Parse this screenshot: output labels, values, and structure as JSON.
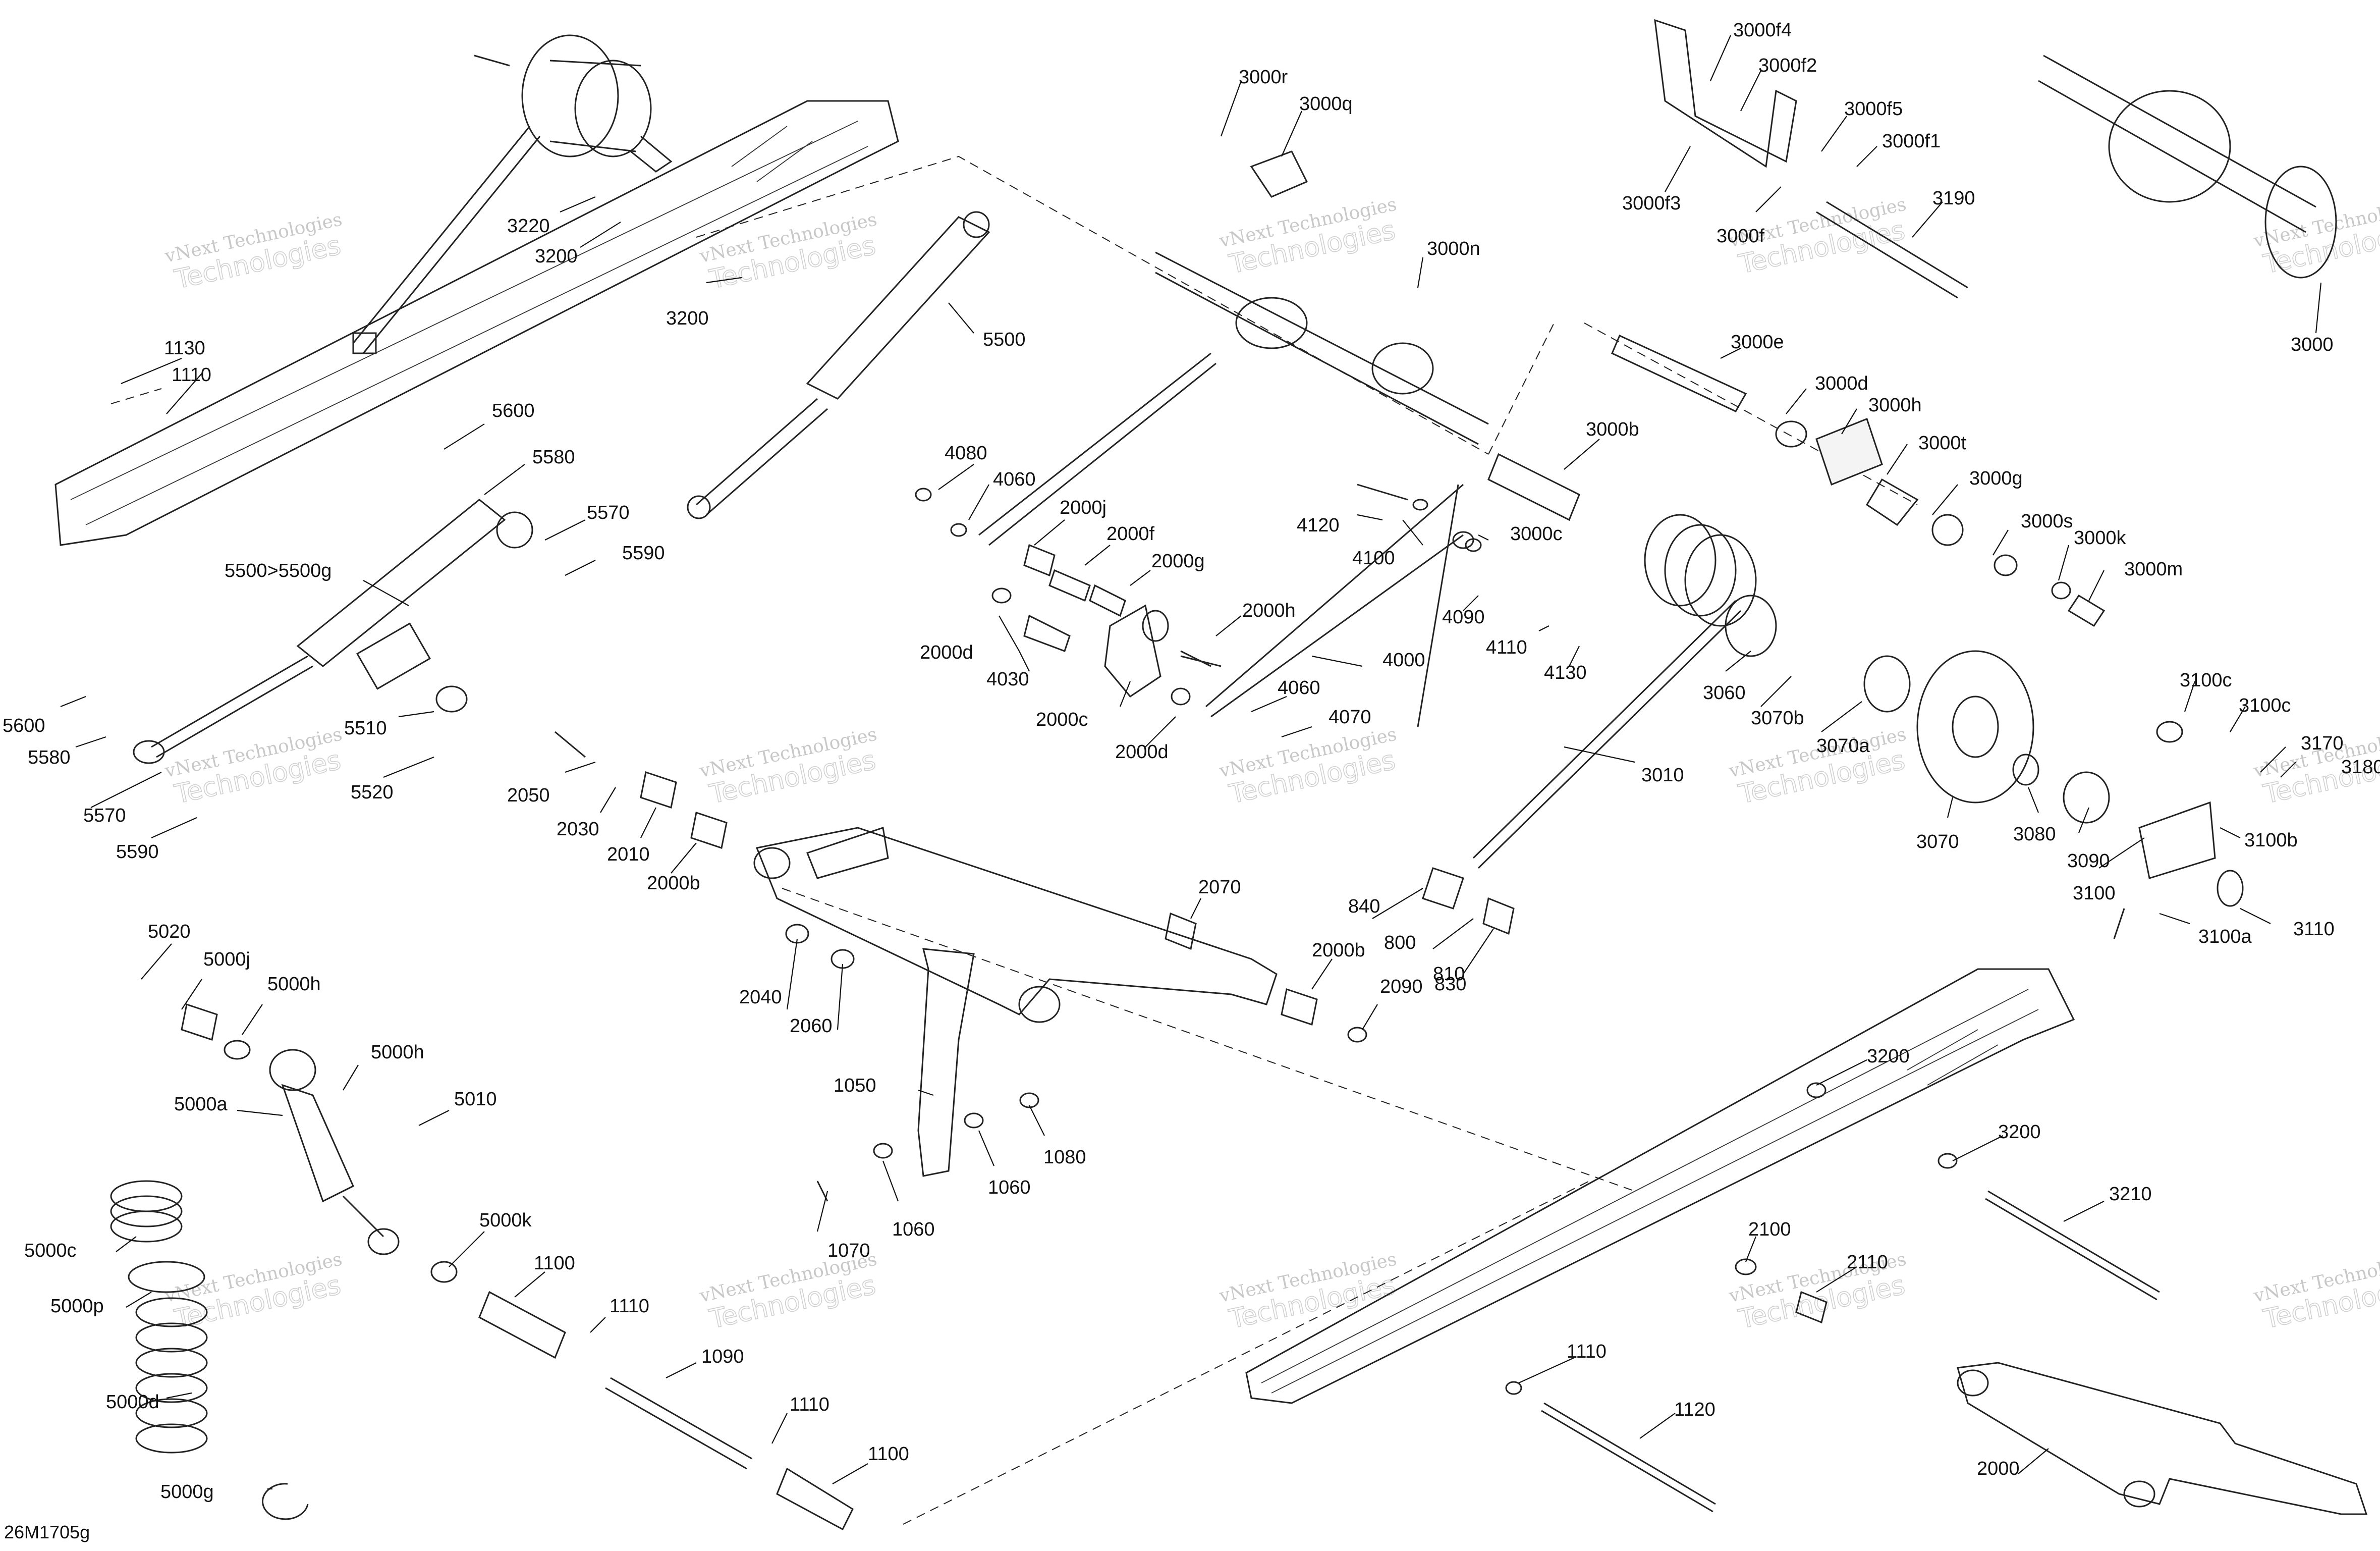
{
  "diagram_code": "26M1705g",
  "watermark": {
    "line1": "vNext Technologies",
    "line2": "Technologies"
  },
  "callouts": [
    "1130",
    "1110",
    "3220",
    "3200",
    "3200",
    "5500",
    "5600",
    "5580",
    "5570",
    "5590",
    "5500>5500g",
    "5600",
    "5580",
    "5510",
    "5570",
    "5520",
    "5590",
    "3000r",
    "3000q",
    "3000n",
    "3000f4",
    "3000f2",
    "3000f5",
    "3000f1",
    "3000f3",
    "3000f",
    "3190",
    "3000",
    "3000e",
    "3000d",
    "3000h",
    "3000b",
    "3000t",
    "3000g",
    "3000s",
    "3000k",
    "3000m",
    "4080",
    "4060",
    "2000j",
    "2000f",
    "2000g",
    "2000h",
    "4120",
    "4100",
    "3000c",
    "2000d",
    "4030",
    "2000c",
    "2000d",
    "4090",
    "4110",
    "4130",
    "4000",
    "4060",
    "4070",
    "3060",
    "3070b",
    "3070a",
    "3010",
    "3070",
    "3080",
    "3090",
    "3100c",
    "3100c",
    "3170",
    "3180",
    "3100b",
    "3100",
    "3100a",
    "3110",
    "2050",
    "2030",
    "2010",
    "2000b",
    "2070",
    "2000b",
    "2090",
    "840",
    "800",
    "810",
    "830",
    "5020",
    "5000j",
    "5000h",
    "5000h",
    "5000a",
    "5010",
    "2040",
    "2060",
    "1050",
    "1080",
    "1060",
    "1060",
    "1070",
    "5000k",
    "5000c",
    "5000p",
    "1100",
    "1110",
    "1090",
    "1110",
    "5000d",
    "5000g",
    "1100",
    "3200",
    "3200",
    "3210",
    "2100",
    "2110",
    "1110",
    "1120",
    "2000"
  ]
}
